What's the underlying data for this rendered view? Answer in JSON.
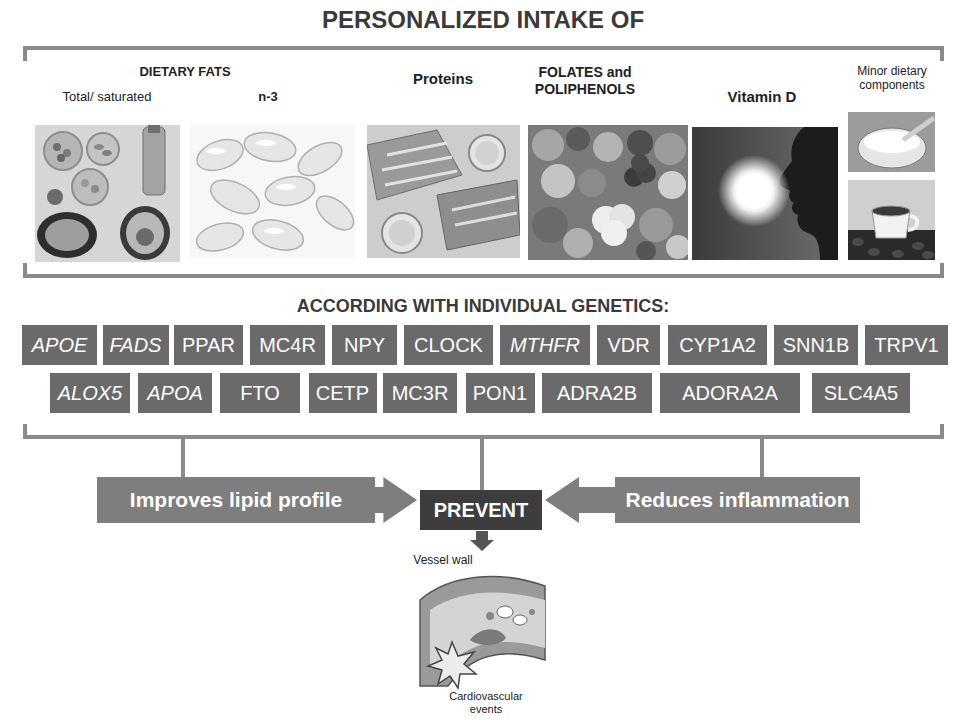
{
  "diagram": {
    "title": "PERSONALIZED INTAKE OF",
    "nodes": [
      {
        "text": [
          "APOE"
        ]
      },
      {
        "text": [
          "FADS"
        ]
      },
      {
        "text": [
          "PPAR"
        ]
      },
      {
        "text": [
          "MC4R"
        ]
      },
      {
        "text": [
          "NPY"
        ]
      },
      {
        "text": [
          "CLOCK"
        ]
      },
      {
        "text": [
          "MTHFR"
        ]
      },
      {
        "text": [
          "VDR"
        ]
      },
      {
        "text": [
          "CYP1A2"
        ]
      },
      {
        "text": [
          "SNN1B"
        ]
      },
      {
        "text": [
          "TRPV1"
        ]
      },
      {
        "text": [
          "ALOX5"
        ]
      },
      {
        "text": [
          "APOA"
        ]
      },
      {
        "text": [
          "FTO"
        ]
      },
      {
        "text": [
          "CETP"
        ]
      },
      {
        "text": [
          "MC3R"
        ]
      },
      {
        "text": [
          "PON1"
        ]
      },
      {
        "text": [
          "ADRA2B"
        ]
      },
      {
        "text": [
          "ADORA2A"
        ]
      },
      {
        "text": [
          "SLC4A5"
        ]
      },
      {
        "text": [
          "Improves lipid profile"
        ]
      },
      {
        "text": [
          "PREVENT"
        ]
      },
      {
        "text": [
          "Reduces inflammation"
        ]
      }
    ],
    "edges": [
      {
        "from": 20,
        "to": 21,
        "arrow": "to"
      },
      {
        "from": 22,
        "to": 21,
        "arrow": "to"
      }
    ],
    "labels": [
      "DIETARY FATS",
      "Total/ saturated",
      "n-3",
      "Proteins",
      "FOLATES and POLIPHENOLS",
      "Vitamin D",
      "Minor dietary components",
      "ACCORDING WITH INDIVIDUAL GENETICS:",
      "Vessel wall",
      "Cardiovascular events"
    ]
  }
}
